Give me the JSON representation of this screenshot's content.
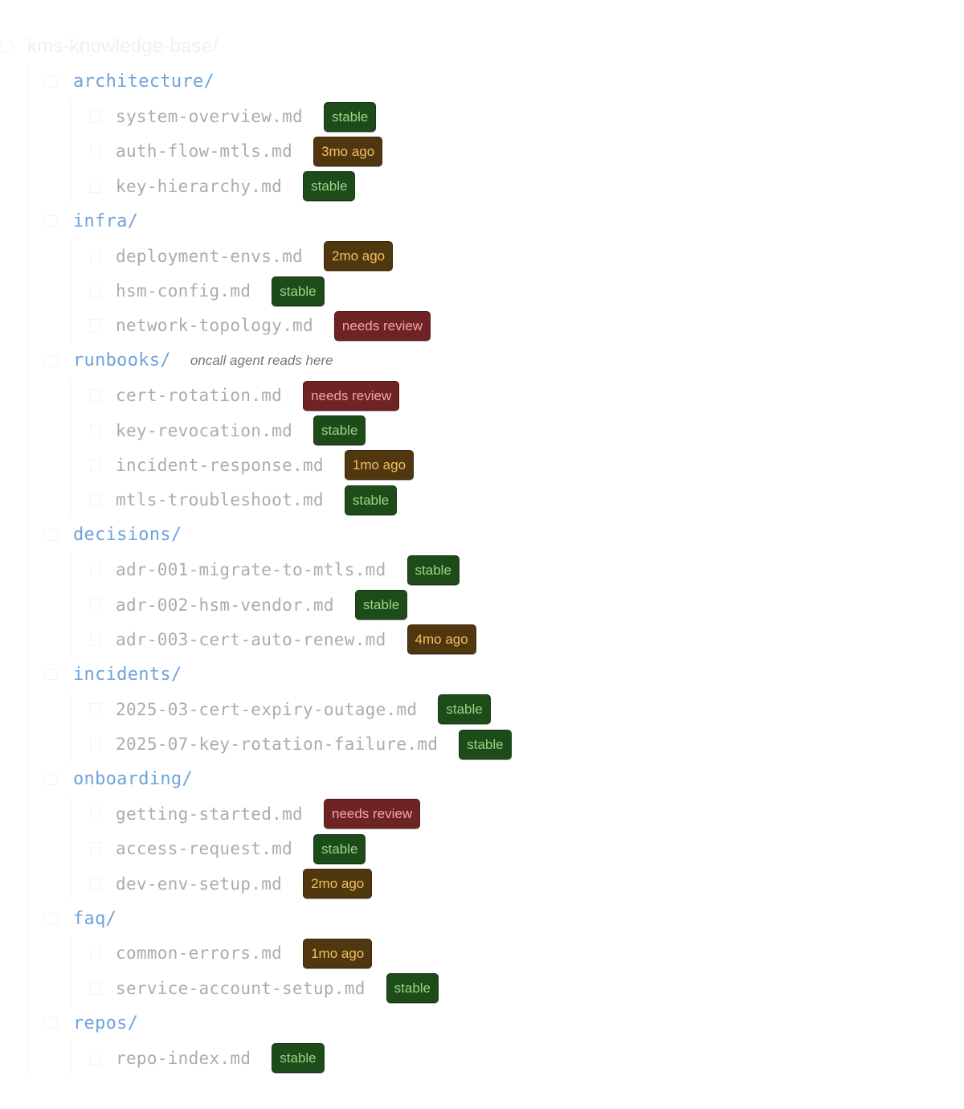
{
  "root": {
    "name": "kms-knowledge-base/"
  },
  "colors": {
    "folder_text": "#6fa3dc",
    "file_text": "#a9acb0",
    "badge_stable_bg": "#1d4c1a",
    "badge_stable_fg": "#9ad487",
    "badge_age_bg": "#51370f",
    "badge_age_fg": "#f0bf62",
    "badge_review_bg": "#6e2425",
    "badge_review_fg": "#f5a3a0"
  },
  "icons": {
    "folder": "folder-icon",
    "file": "file-icon"
  },
  "folders": [
    {
      "name": "architecture/",
      "note": "",
      "files": [
        {
          "name": "system-overview.md",
          "badge": "stable",
          "status": "stable"
        },
        {
          "name": "auth-flow-mtls.md",
          "badge": "3mo ago",
          "status": "old"
        },
        {
          "name": "key-hierarchy.md",
          "badge": "stable",
          "status": "stable"
        }
      ]
    },
    {
      "name": "infra/",
      "note": "",
      "files": [
        {
          "name": "deployment-envs.md",
          "badge": "2mo ago",
          "status": "old"
        },
        {
          "name": "hsm-config.md",
          "badge": "stable",
          "status": "stable"
        },
        {
          "name": "network-topology.md",
          "badge": "needs review",
          "status": "review"
        }
      ]
    },
    {
      "name": "runbooks/",
      "note": "oncall agent reads here",
      "files": [
        {
          "name": "cert-rotation.md",
          "badge": "needs review",
          "status": "review"
        },
        {
          "name": "key-revocation.md",
          "badge": "stable",
          "status": "stable"
        },
        {
          "name": "incident-response.md",
          "badge": "1mo ago",
          "status": "old"
        },
        {
          "name": "mtls-troubleshoot.md",
          "badge": "stable",
          "status": "stable"
        }
      ]
    },
    {
      "name": "decisions/",
      "note": "",
      "files": [
        {
          "name": "adr-001-migrate-to-mtls.md",
          "badge": "stable",
          "status": "stable"
        },
        {
          "name": "adr-002-hsm-vendor.md",
          "badge": "stable",
          "status": "stable"
        },
        {
          "name": "adr-003-cert-auto-renew.md",
          "badge": "4mo ago",
          "status": "old"
        }
      ]
    },
    {
      "name": "incidents/",
      "note": "",
      "files": [
        {
          "name": "2025-03-cert-expiry-outage.md",
          "badge": "stable",
          "status": "stable"
        },
        {
          "name": "2025-07-key-rotation-failure.md",
          "badge": "stable",
          "status": "stable"
        }
      ]
    },
    {
      "name": "onboarding/",
      "note": "",
      "files": [
        {
          "name": "getting-started.md",
          "badge": "needs review",
          "status": "review"
        },
        {
          "name": "access-request.md",
          "badge": "stable",
          "status": "stable"
        },
        {
          "name": "dev-env-setup.md",
          "badge": "2mo ago",
          "status": "old"
        }
      ]
    },
    {
      "name": "faq/",
      "note": "",
      "files": [
        {
          "name": "common-errors.md",
          "badge": "1mo ago",
          "status": "old"
        },
        {
          "name": "service-account-setup.md",
          "badge": "stable",
          "status": "stable"
        }
      ]
    },
    {
      "name": "repos/",
      "note": "",
      "files": [
        {
          "name": "repo-index.md",
          "badge": "stable",
          "status": "stable"
        }
      ]
    }
  ]
}
